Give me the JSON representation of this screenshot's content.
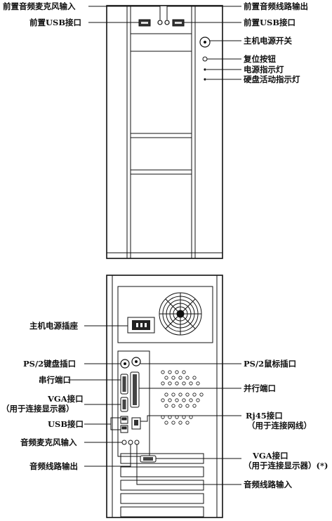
{
  "front_panel": {
    "labels": {
      "front_mic_in": "前置音频麦克风输入",
      "front_line_out": "前置音频线路输出",
      "front_usb_left": "前置USB接口",
      "front_usb_right": "前置USB接口",
      "power_switch": "主机电源开关",
      "reset_button": "复位按钮",
      "power_led": "电源指示灯",
      "hdd_led": "硬盘活动指示灯"
    }
  },
  "rear_panel": {
    "labels": {
      "power_socket": "主机电源插座",
      "ps2_keyboard": "PS/2键盘插口",
      "ps2_mouse": "PS/2鼠标插口",
      "serial_port": "串行端口",
      "parallel_port": "并行端口",
      "vga_line1": "VGA接口",
      "vga_line2": "（用于连接显示器）",
      "usb_ports": "USB接口",
      "rj45_line1": "Rj45接口",
      "rj45_line2": "（用于连接网线）",
      "audio_mic_in": "音频麦克风输入",
      "vga_card_line1": "VGA接口",
      "vga_card_line2": "（用于连接显示器）(*)",
      "audio_line_out": "音频线路输出",
      "audio_line_in": "音频线路输入"
    }
  }
}
